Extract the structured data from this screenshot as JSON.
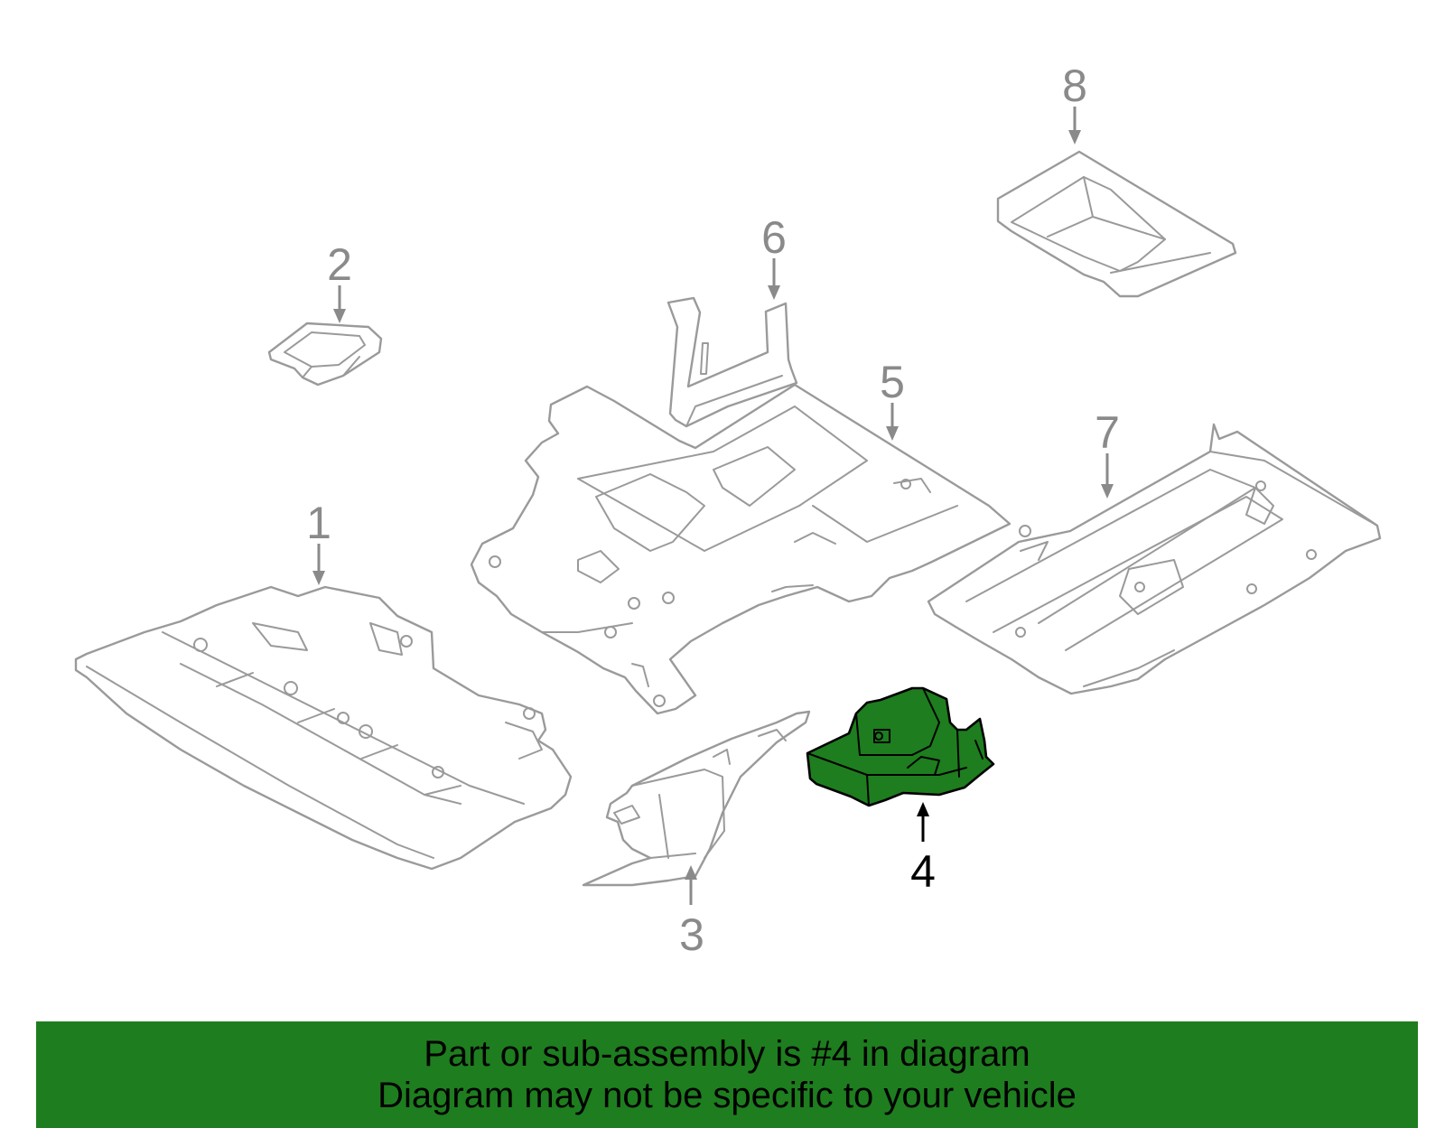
{
  "diagram": {
    "highlighted_part": "4",
    "highlight_color": "#1e7d1e",
    "outline_color": "#9a9a9a",
    "callouts": [
      {
        "id": "c1",
        "label": "1"
      },
      {
        "id": "c2",
        "label": "2"
      },
      {
        "id": "c3",
        "label": "3"
      },
      {
        "id": "c4",
        "label": "4"
      },
      {
        "id": "c5",
        "label": "5"
      },
      {
        "id": "c6",
        "label": "6"
      },
      {
        "id": "c7",
        "label": "7"
      },
      {
        "id": "c8",
        "label": "8"
      }
    ]
  },
  "banner": {
    "line1": "Part or sub-assembly is #4 in diagram",
    "line2": "Diagram may not be specific to your vehicle",
    "background": "#1e7d1e"
  }
}
